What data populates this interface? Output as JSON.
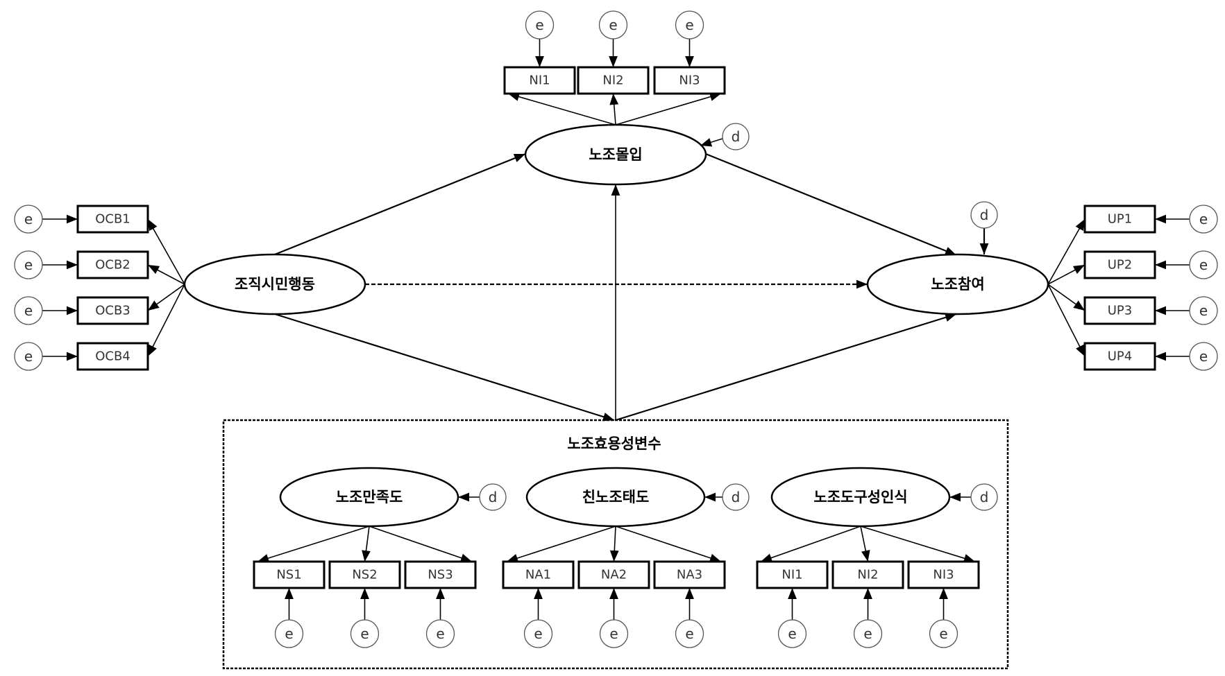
{
  "diagram": {
    "type": "structural-equation-model",
    "error_label": "e",
    "disturbance_label": "d",
    "latents": {
      "ocb": "조직시민행동",
      "commitment": "노조몰입",
      "participation": "노조참여",
      "satisfaction": "노조만족도",
      "attitude": "친노조태도",
      "instrumentality": "노조도구성인식"
    },
    "group": {
      "label": "노조효용성변수"
    },
    "indicators": {
      "ocb": [
        "OCB1",
        "OCB2",
        "OCB3",
        "OCB4"
      ],
      "commitment": [
        "NI1",
        "NI2",
        "NI3"
      ],
      "participation": [
        "UP1",
        "UP2",
        "UP3",
        "UP4"
      ],
      "satisfaction": [
        "NS1",
        "NS2",
        "NS3"
      ],
      "attitude": [
        "NA1",
        "NA2",
        "NA3"
      ],
      "instrumentality": [
        "NI1",
        "NI2",
        "NI3"
      ]
    },
    "paths": [
      {
        "from": "조직시민행동",
        "to": "노조몰입",
        "style": "solid"
      },
      {
        "from": "노조몰입",
        "to": "노조참여",
        "style": "solid"
      },
      {
        "from": "조직시민행동",
        "to": "노조참여",
        "style": "dashed"
      },
      {
        "from": "조직시민행동",
        "to": "노조효용성변수",
        "style": "solid"
      },
      {
        "from": "노조효용성변수",
        "to": "노조몰입",
        "style": "solid"
      },
      {
        "from": "노조효용성변수",
        "to": "노조참여",
        "style": "solid"
      }
    ]
  }
}
